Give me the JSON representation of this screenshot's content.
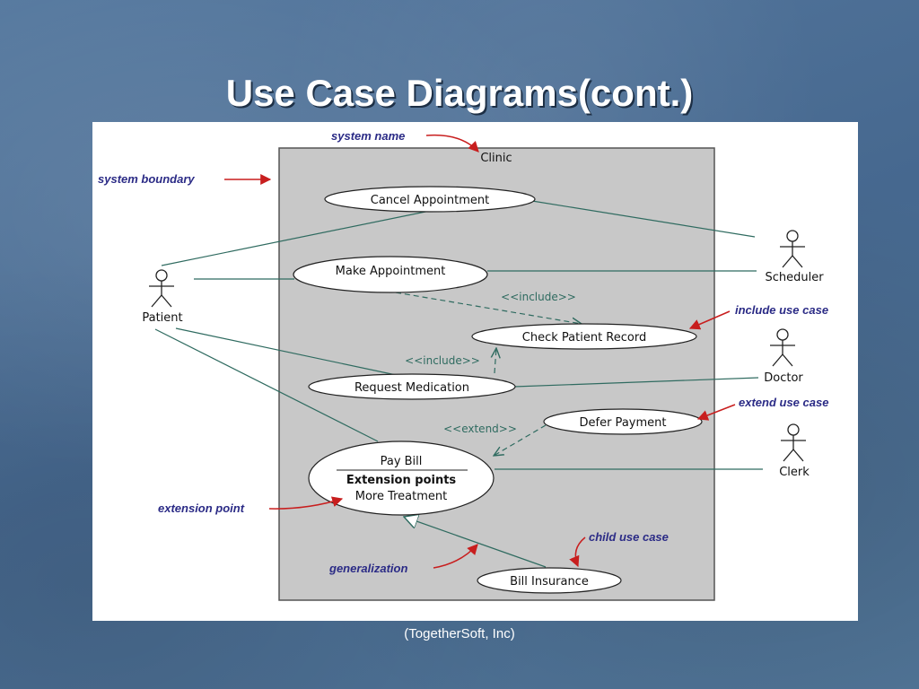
{
  "slide": {
    "title": "Use Case Diagrams(cont.)",
    "credit": "(TogetherSoft, Inc)"
  },
  "diagram": {
    "system_name": "Clinic",
    "actors": {
      "patient": "Patient",
      "scheduler": "Scheduler",
      "doctor": "Doctor",
      "clerk": "Clerk"
    },
    "use_cases": {
      "cancel_appointment": "Cancel Appointment",
      "make_appointment": "Make Appointment",
      "check_patient_record": "Check Patient Record",
      "request_medication": "Request Medication",
      "defer_payment": "Defer Payment",
      "pay_bill": "Pay Bill",
      "extension_points_heading": "Extension points",
      "more_treatment": "More Treatment",
      "bill_insurance": "Bill Insurance"
    },
    "relationships": {
      "include_1": "<<include>>",
      "include_2": "<<include>>",
      "extend": "<<extend>>"
    },
    "callouts": {
      "system_name": "system name",
      "system_boundary": "system boundary",
      "include_use_case": "include use case",
      "extend_use_case": "extend use case",
      "extension_point": "extension point",
      "generalization": "generalization",
      "child_use_case": "child use case"
    },
    "colors": {
      "callout_text": "#2b2b86",
      "callout_arrow": "#c81e1e",
      "association_line": "#2f6b60",
      "boundary_fill": "#c8c8c8",
      "use_case_fill": "#ffffff"
    }
  }
}
